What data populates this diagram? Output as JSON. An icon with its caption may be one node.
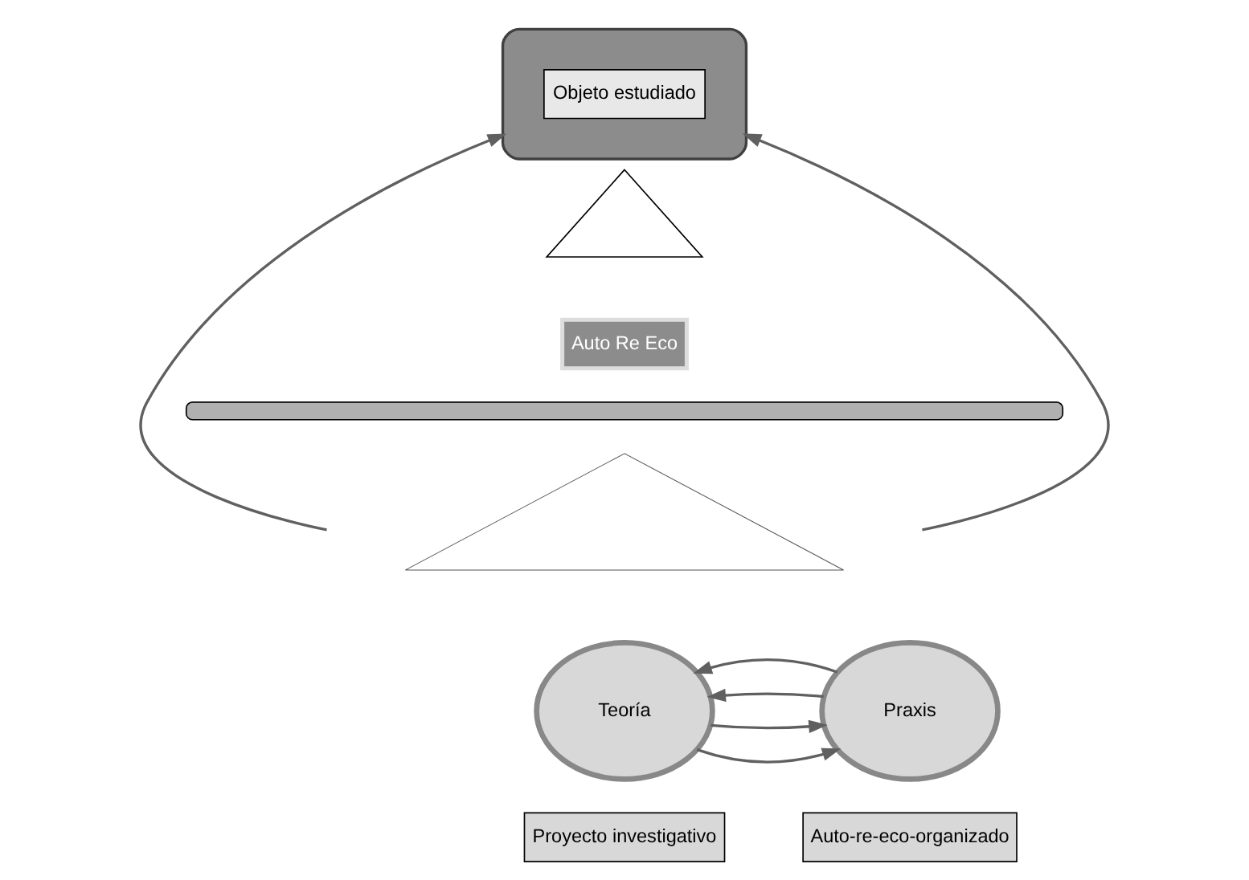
{
  "diagram": {
    "nodes": [
      {
        "text": [],
        "shape": "box"
      },
      {
        "text": [
          "Objeto estudiado"
        ],
        "in": 0
      },
      {
        "text": [],
        "shape": "triangle"
      },
      {
        "text": [
          "Auto Re Eco"
        ]
      },
      {
        "text": [],
        "shape": "bar"
      },
      {
        "text": [],
        "shape": "triangle"
      },
      {
        "text": [
          "Teoría"
        ]
      },
      {
        "text": [
          "Praxis"
        ]
      },
      {
        "text": [
          "Proyecto investigativo"
        ]
      },
      {
        "text": [
          "Auto-re-eco-organizado"
        ]
      }
    ],
    "edges": [
      {
        "from": null,
        "to": 0,
        "arrow": "to"
      },
      {
        "from": null,
        "to": 0,
        "arrow": "to"
      },
      {
        "from": 6,
        "to": 7,
        "arrow": "to"
      },
      {
        "from": 6,
        "to": 7,
        "arrow": "to"
      },
      {
        "from": 7,
        "to": 6,
        "arrow": "to"
      },
      {
        "from": 7,
        "to": 6,
        "arrow": "to"
      }
    ]
  }
}
